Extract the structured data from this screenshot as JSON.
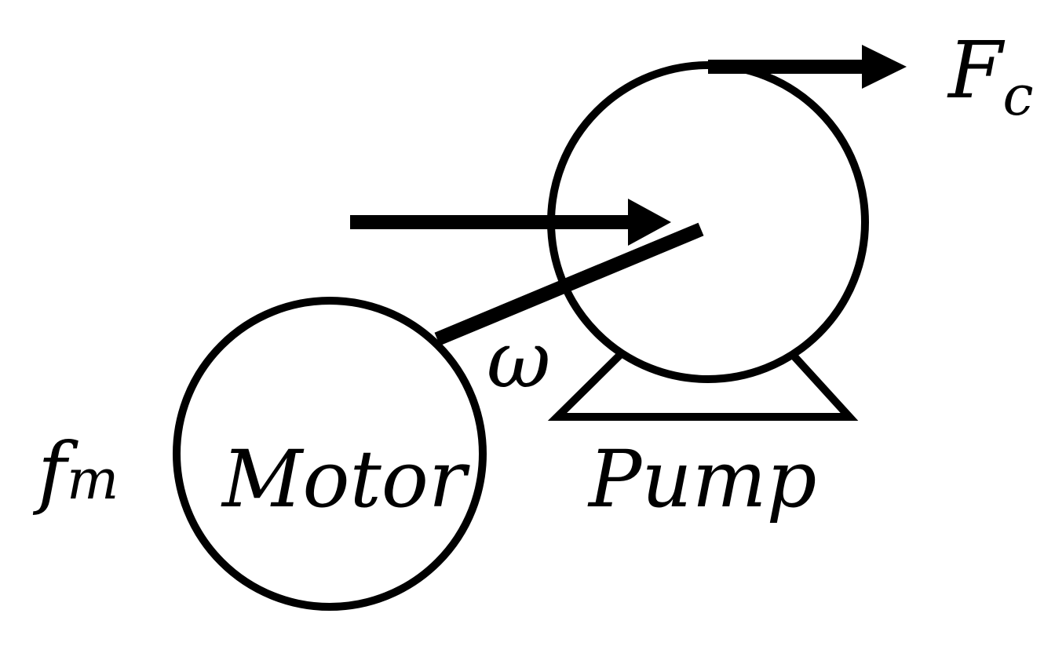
{
  "labels": {
    "motor": "Motor",
    "pump": "Pump",
    "omega": "ω",
    "fm_main": "f",
    "fm_sub": "m",
    "fc_main": "F",
    "fc_sub": "c"
  }
}
